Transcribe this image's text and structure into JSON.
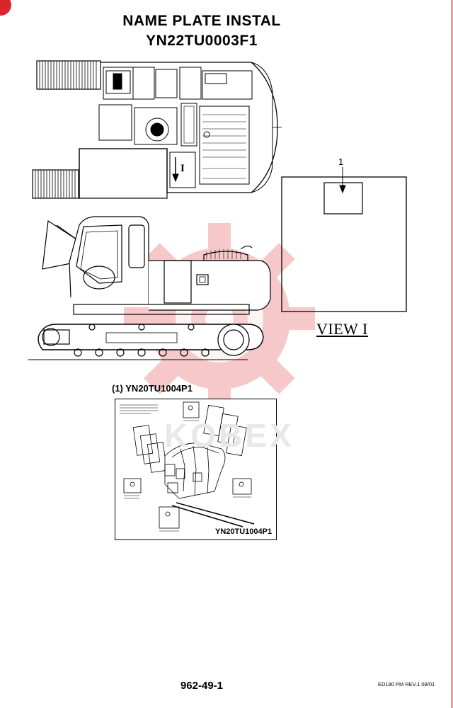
{
  "header": {
    "title": "NAME PLATE INSTAL",
    "part_number": "YN22TU0003F1"
  },
  "view": {
    "label": "VIEW I",
    "callout": "1",
    "section_marker": "I"
  },
  "inset": {
    "caption": "(1)  YN20TU1004P1",
    "code": "YN20TU1004P1"
  },
  "watermark": {
    "text": "KOBEX"
  },
  "footer": {
    "page_number": "962-49-1",
    "revision": "ED180 PM REV.1 08/01"
  },
  "colors": {
    "watermark": "#e4393f",
    "ink": "#000000"
  }
}
